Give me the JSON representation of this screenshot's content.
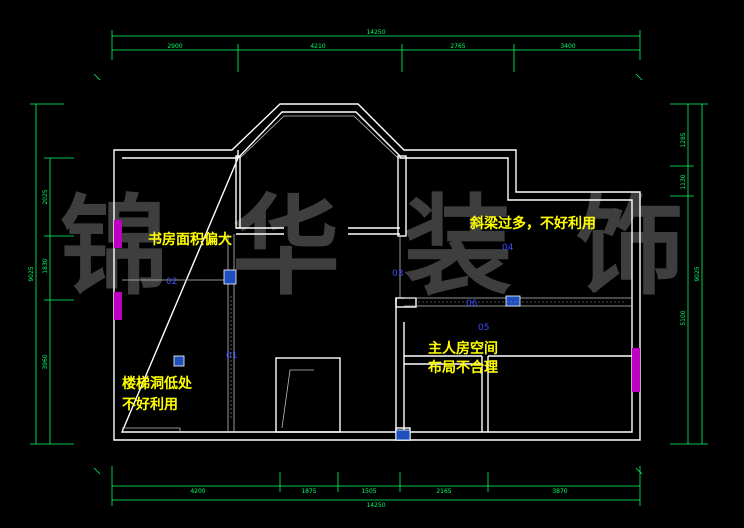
{
  "watermark": {
    "chars": [
      "锦",
      "华",
      "装",
      "饰"
    ]
  },
  "dimensions": {
    "top_total": "14250",
    "top_segments": [
      "2900",
      "4210",
      "2765",
      "3400"
    ],
    "bottom_total": "14250",
    "bottom_segments": [
      "4200",
      "1875",
      "1505",
      "2165",
      "3870"
    ],
    "left_total": "9025",
    "left_segments": [
      "2025",
      "1830",
      "3960"
    ],
    "right_total": "9025",
    "right_segments": [
      "1285",
      "1130",
      "5100"
    ]
  },
  "annotations": {
    "study": "书房面积偏大",
    "beam": "斜梁过多，不好利用",
    "master_line1": "主人房空间",
    "master_line2": "布局不合理",
    "stair_line1": "楼梯洞低处",
    "stair_line2": "不好利用"
  },
  "tags": {
    "t02": "02",
    "t03": "03",
    "t04": "04",
    "t05": "05",
    "t06": "06",
    "t01": "01"
  },
  "colors": {
    "dimension": "#00ff66",
    "note": "#ffff00",
    "wall": "#ffffff",
    "window": "#c000c0",
    "tag": "#3b4bff"
  }
}
